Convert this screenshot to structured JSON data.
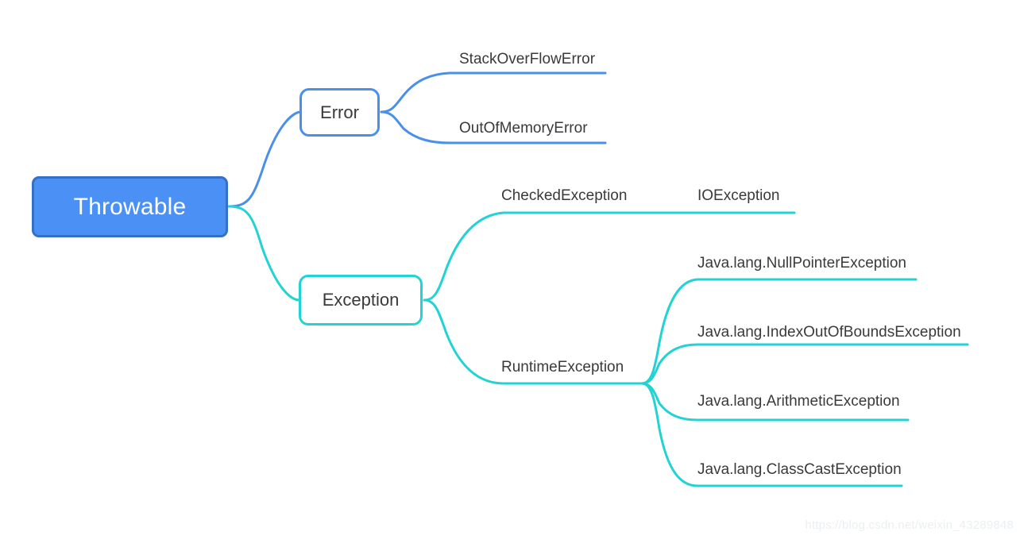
{
  "diagram": {
    "title": "Java Throwable hierarchy mind map",
    "colors": {
      "root_fill": "#4a90f5",
      "root_border": "#3370c9",
      "root_text": "#ffffff",
      "error_branch": "#4a90e8",
      "exception_branch": "#22d3d3",
      "label_text": "#3a3a3a",
      "background": "#ffffff",
      "watermark_text": "#eceff1"
    },
    "root": {
      "label": "Throwable"
    },
    "branches": [
      {
        "id": "error",
        "label": "Error",
        "color": "#4a90e8",
        "children": [
          {
            "label": "StackOverFlowError"
          },
          {
            "label": "OutOfMemoryError"
          }
        ]
      },
      {
        "id": "exception",
        "label": "Exception",
        "color": "#22d3d3",
        "children": [
          {
            "label": "CheckedException",
            "children": [
              {
                "label": "IOException"
              }
            ]
          },
          {
            "label": "RuntimeException",
            "children": [
              {
                "label": "Java.lang.NullPointerException"
              },
              {
                "label": "Java.lang.IndexOutOfBoundsException"
              },
              {
                "label": "Java.lang.ArithmeticException"
              },
              {
                "label": "Java.lang.ClassCastException"
              }
            ]
          }
        ]
      }
    ],
    "watermark": "https://blog.csdn.net/weixin_43289848"
  }
}
